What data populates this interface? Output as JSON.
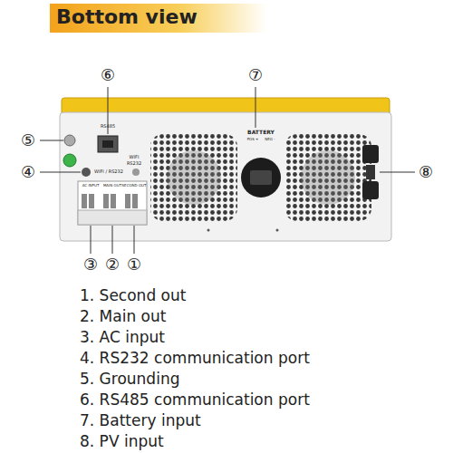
{
  "diagram": {
    "title": "Bottom view",
    "labels": [
      "⑥",
      "⑦",
      "⑤",
      "RS485",
      "WIFI",
      "RS232",
      "BATTERY",
      "POS +",
      "NEG -",
      "④",
      "WIFI / RS232",
      "⑧",
      "AC INPUT",
      "MAIN OUT",
      "SECOND OUT",
      "③",
      "②",
      "①",
      "1. Second out",
      "2. Main out",
      "3. AC input",
      "4. RS232 communication port",
      "5. Grounding",
      "6. RS485 communication port",
      "7. Battery input",
      "8. PV input"
    ]
  }
}
